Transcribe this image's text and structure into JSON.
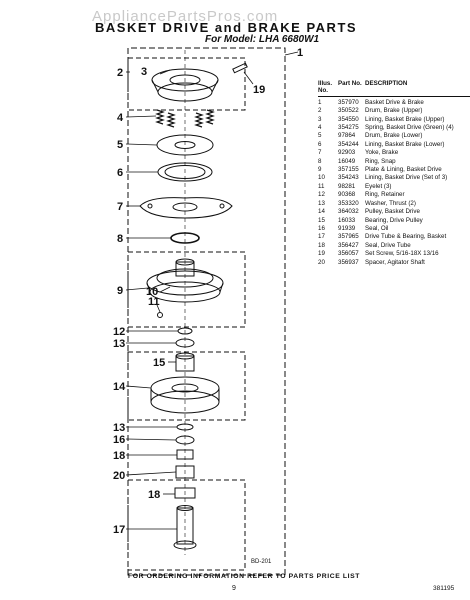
{
  "header": {
    "watermark": "AppliancePartsPros.com",
    "title": "BASKET DRIVE and BRAKE PARTS",
    "model": "For Model: LHA 6680W1"
  },
  "callouts": [
    "1",
    "2",
    "3",
    "19",
    "4",
    "5",
    "6",
    "7",
    "8",
    "9",
    "10",
    "11",
    "12",
    "13",
    "15",
    "14",
    "13",
    "16",
    "18",
    "20",
    "18",
    "17"
  ],
  "table": {
    "headers": {
      "illus": "Illus. No.",
      "part": "Part No.",
      "desc": "DESCRIPTION"
    },
    "rows": [
      {
        "illus": "1",
        "part": "357970",
        "desc": "Basket Drive & Brake"
      },
      {
        "illus": "2",
        "part": "350522",
        "desc": "Drum, Brake (Upper)"
      },
      {
        "illus": "3",
        "part": "354550",
        "desc": "Lining, Basket Brake (Upper)"
      },
      {
        "illus": "4",
        "part": "354275",
        "desc": "Spring, Basket Drive (Green) (4)"
      },
      {
        "illus": "5",
        "part": "97864",
        "desc": "Drum, Brake (Lower)"
      },
      {
        "illus": "6",
        "part": "354244",
        "desc": "Lining, Basket Brake (Lower)"
      },
      {
        "illus": "7",
        "part": "92903",
        "desc": "Yoke, Brake"
      },
      {
        "illus": "8",
        "part": "16049",
        "desc": "Ring, Snap"
      },
      {
        "illus": "9",
        "part": "357155",
        "desc": "Plate & Lining, Basket Drive"
      },
      {
        "illus": "10",
        "part": "354243",
        "desc": "Lining, Basket Drive (Set of 3)"
      },
      {
        "illus": "11",
        "part": "98281",
        "desc": "Eyelet (3)"
      },
      {
        "illus": "12",
        "part": "90368",
        "desc": "Ring, Retainer"
      },
      {
        "illus": "13",
        "part": "353320",
        "desc": "Washer, Thrust (2)"
      },
      {
        "illus": "14",
        "part": "364032",
        "desc": "Pulley, Basket Drive"
      },
      {
        "illus": "15",
        "part": "16033",
        "desc": "Bearing, Drive Pulley"
      },
      {
        "illus": "16",
        "part": "91939",
        "desc": "Seal, Oil"
      },
      {
        "illus": "17",
        "part": "357965",
        "desc": "Drive Tube & Bearing, Basket"
      },
      {
        "illus": "18",
        "part": "356427",
        "desc": "Seal, Drive Tube"
      },
      {
        "illus": "19",
        "part": "356057",
        "desc": "Set Screw, 5/16-18X 13/16"
      },
      {
        "illus": "20",
        "part": "356937",
        "desc": "Spacer, Agitator Shaft"
      }
    ]
  },
  "diagram_code": "BD-201",
  "footer": "FOR ORDERING INFORMATION REFER TO PARTS PRICE LIST",
  "page_number": "9",
  "doc_number": "381195"
}
